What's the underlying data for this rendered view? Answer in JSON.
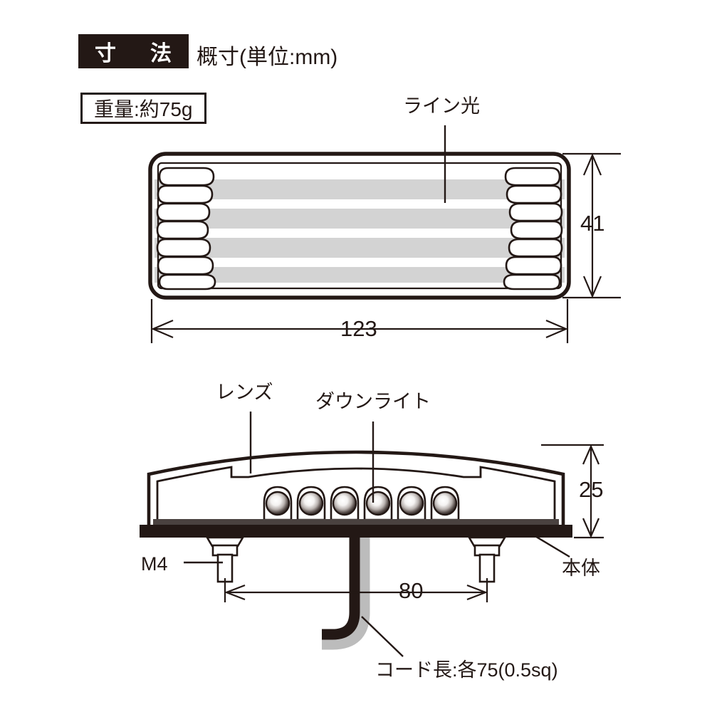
{
  "header": {
    "badge_label": "寸　法",
    "note": "概寸(単位:mm)",
    "weight_label": "重量:約75g"
  },
  "labels": {
    "line_light": "ライン光",
    "lens": "レンズ",
    "downlight": "ダウンライト",
    "thread": "M4",
    "body": "本体",
    "cord": "コード長:各75(0.5sq)"
  },
  "dimensions": {
    "top_width": "123",
    "top_height": "41",
    "side_height": "25",
    "stud_pitch": "80"
  },
  "colors": {
    "ink": "#231815",
    "lens_stripe": "#d3d3d3",
    "cord_black": "#231815",
    "cord_gray": "#bcbcbc",
    "body_dark": "#3c3533",
    "paper": "#ffffff"
  }
}
